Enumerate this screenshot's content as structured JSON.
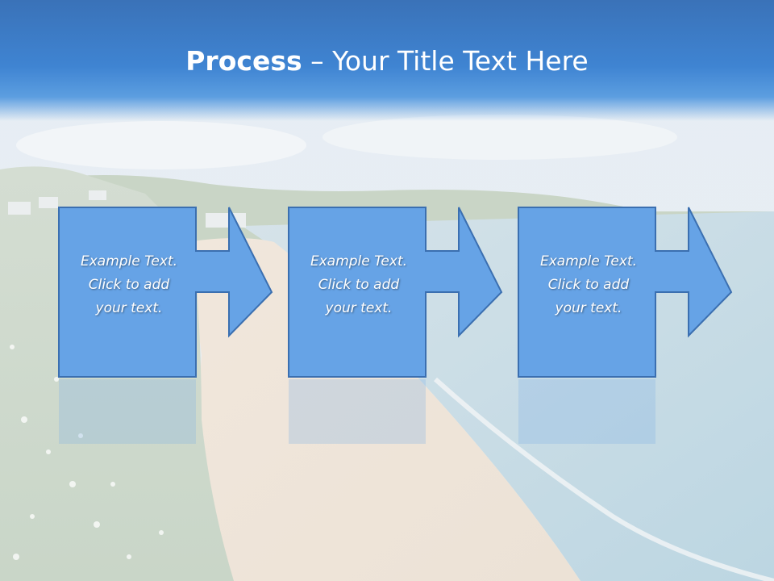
{
  "slide": {
    "title_bold": "Process",
    "title_rest": " – Your Title Text Here"
  },
  "steps": [
    {
      "text_line1": "Example Text.",
      "text_line2": "Click  to add",
      "text_line3": "your text."
    },
    {
      "text_line1": "Example Text.",
      "text_line2": "Click  to add",
      "text_line3": "your text."
    },
    {
      "text_line1": "Example Text.",
      "text_line2": "Click  to add",
      "text_line3": "your text."
    }
  ],
  "colors": {
    "header": "#3f84d2",
    "shape_fill": "#66a3e6",
    "shape_stroke": "#3b6fb0",
    "sky": "#dfe9f2",
    "sea": "#c7dde8",
    "sand": "#efe6dc",
    "grass": "#cfd9cf"
  }
}
